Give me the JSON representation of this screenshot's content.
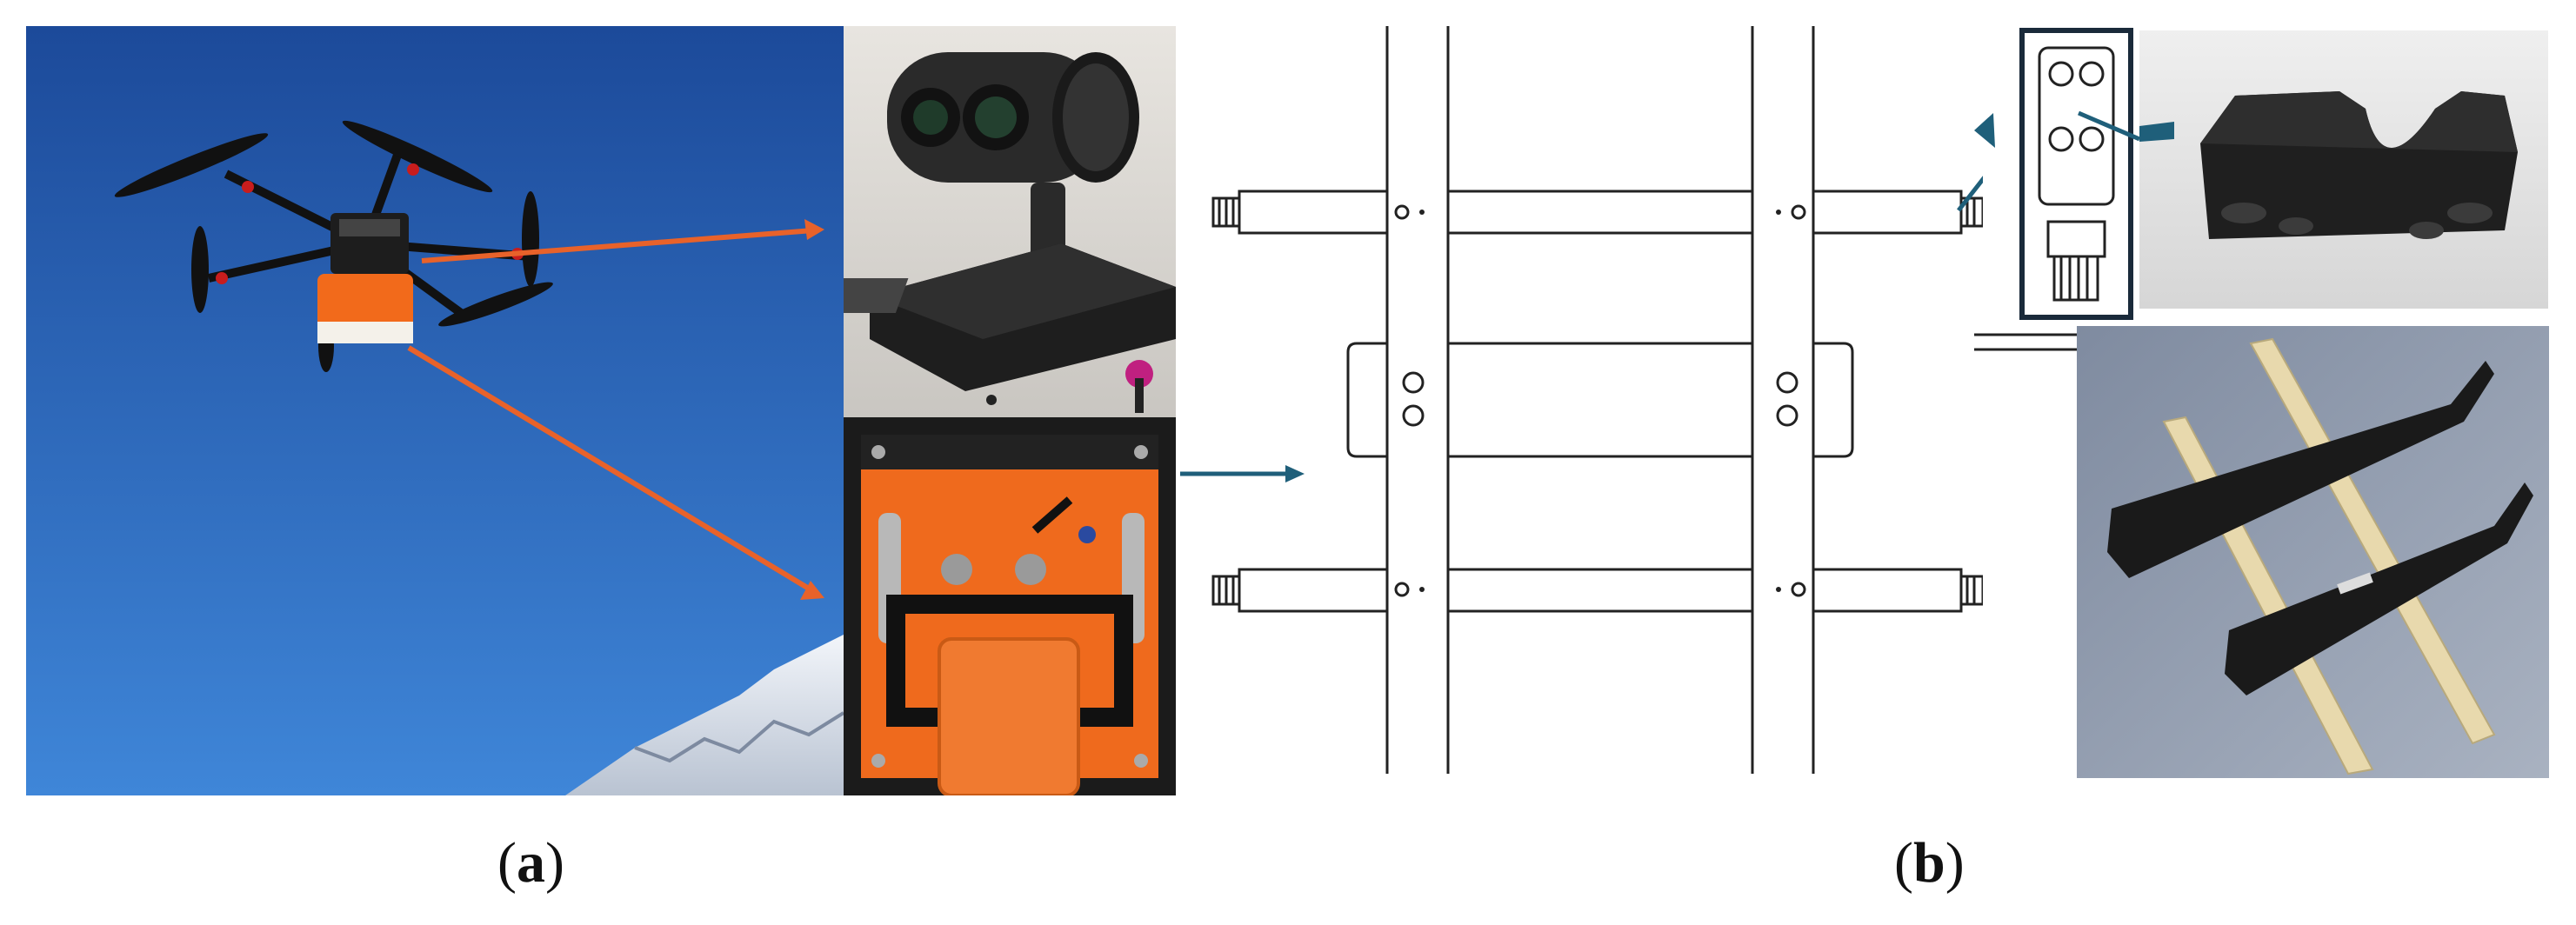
{
  "figure": {
    "panels": [
      {
        "paren_open": "(",
        "letter": "a",
        "paren_close": ")"
      },
      {
        "paren_open": "(",
        "letter": "b",
        "paren_close": ")"
      }
    ]
  },
  "colors": {
    "sky_top": "#1f4e9e",
    "sky_bottom": "#3f86d8",
    "payload_orange": "#f26a1b",
    "arrow_orange": "#e8622a",
    "arrow_blue": "#1f5f7a",
    "drawing_line": "#222222",
    "sled_wood": "#e8d9ad",
    "sled_black": "#1a1a1a"
  },
  "icons": {
    "drone": "drone-photo",
    "camera": "gimbal-camera-photo",
    "payload": "orange-payload-box-photo",
    "mount": "black-mount-bracket-photo",
    "sled": "wooden-sled-photo"
  }
}
